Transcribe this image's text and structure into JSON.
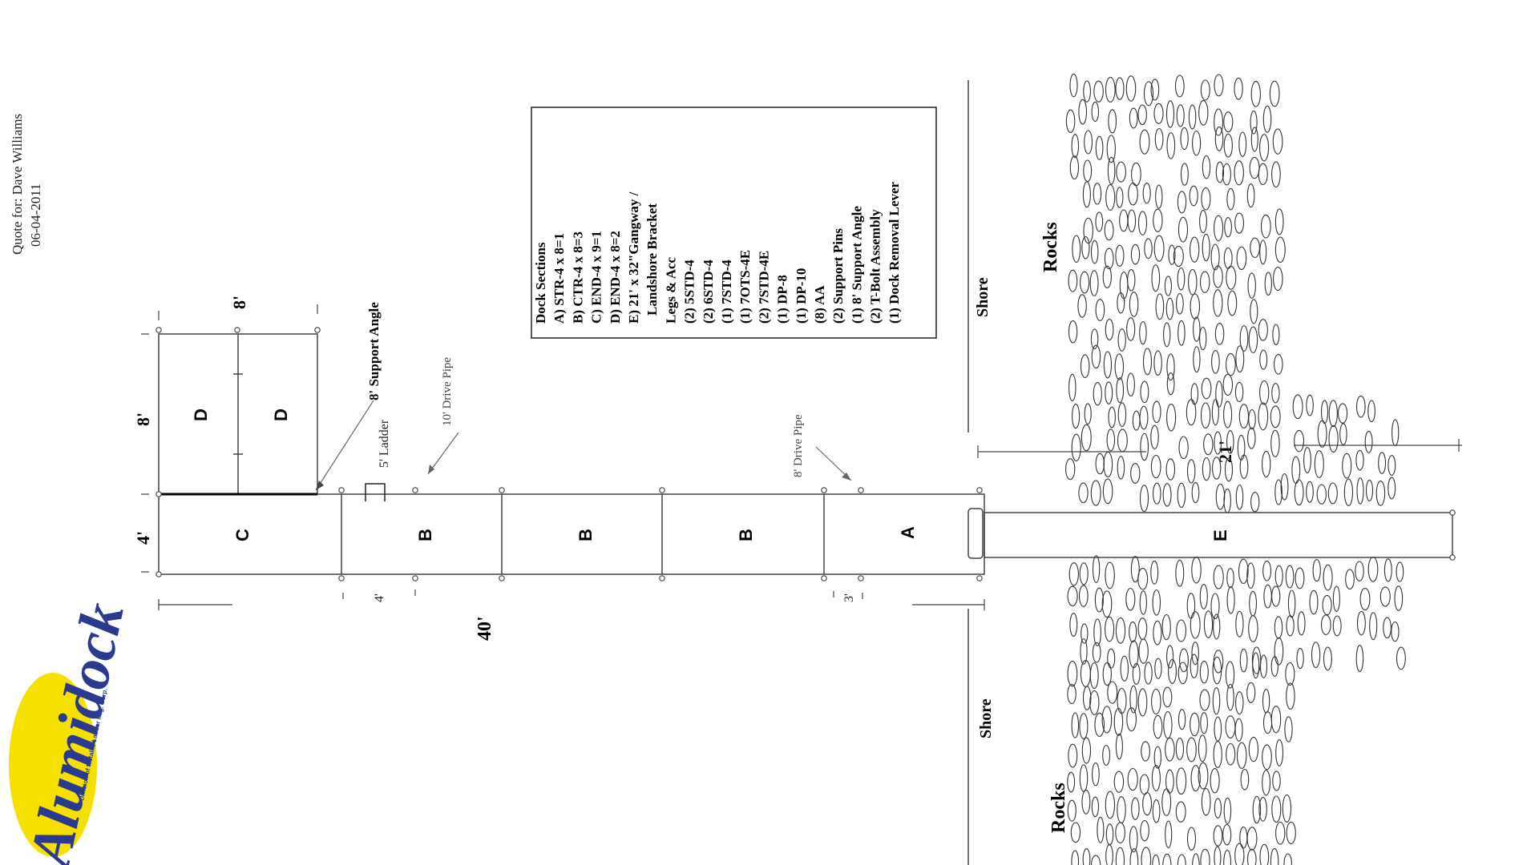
{
  "quote": {
    "for_line": "Quote for: Dave Williams",
    "date": "06-04-2011"
  },
  "logo": {
    "text": "Alumidock",
    "subtext": "Division of Metallic Ladder Mfg. Corp."
  },
  "sections": {
    "A": "A",
    "B": "B",
    "C": "C",
    "D": "D",
    "E": "E"
  },
  "dimensions": {
    "width_4ft": "4'",
    "end_8ft": "8'",
    "side_8ft": "8'",
    "total_40ft": "40'",
    "ladder_offset_4ft": "4'",
    "pipe_offset_3ft": "3'",
    "gangway_21ft": "21'"
  },
  "callouts": {
    "support_angle": "8' Support Angle",
    "ladder": "5' Ladder",
    "drive_pipe_10": "10' Drive Pipe",
    "drive_pipe_8": "8' Drive Pipe"
  },
  "legend": {
    "lines": [
      "Dock Sections",
      "A) STR-4 x 8=1",
      "B) CTR-4 x 8=3",
      "C) END-4 x 9=1",
      "D) END-4 x 8=2",
      "E) 21' x 32\"Gangway /",
      "Landshore Bracket",
      "Legs & Acc",
      "(2) 5STD-4",
      "(2) 6STD-4",
      "(1) 7STD-4",
      "(1) 7OTS-4E",
      "(2) 7STD-4E",
      "(1) DP-8",
      "(1) DP-10",
      "(8) AA",
      "(2) Support Pins",
      "(1) 8' Support Angle",
      "(2) T-Bolt Assembly",
      "(1) Dock Removal Lever"
    ]
  },
  "labels": {
    "shore_top": "Shore",
    "shore_bottom": "Shore",
    "rocks_top": "Rocks",
    "rocks_bottom": "Rocks"
  },
  "colors": {
    "ink": "#000000",
    "line": "#444444",
    "logo_yellow": "#f5e100",
    "logo_blue": "#2b3a8f"
  }
}
